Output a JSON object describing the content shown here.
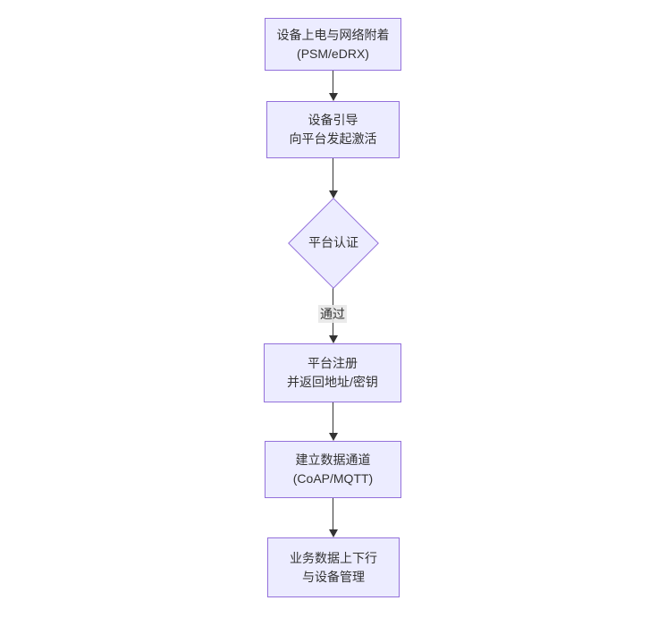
{
  "diagram": {
    "type": "flowchart",
    "direction": "top-down",
    "colors": {
      "node_fill": "#ECECFF",
      "node_border": "#9370DB",
      "text": "#333333",
      "arrow": "#333333",
      "edge_label_bg": "#e8e8e8",
      "background": "#ffffff"
    },
    "nodes": [
      {
        "id": "power-attach",
        "shape": "rect",
        "line1": "设备上电与网络附着",
        "line2": "(PSM/eDRX)"
      },
      {
        "id": "bootstrap-activate",
        "shape": "rect",
        "line1": "设备引导",
        "line2": "向平台发起激活"
      },
      {
        "id": "platform-auth",
        "shape": "diamond",
        "line1": "平台认证",
        "line2": ""
      },
      {
        "id": "platform-register",
        "shape": "rect",
        "line1": "平台注册",
        "line2": "并返回地址/密钥"
      },
      {
        "id": "data-channel",
        "shape": "rect",
        "line1": "建立数据通道",
        "line2": "(CoAP/MQTT)"
      },
      {
        "id": "business-data",
        "shape": "rect",
        "line1": "业务数据上下行",
        "line2": "与设备管理"
      }
    ],
    "edges": [
      {
        "from": "power-attach",
        "to": "bootstrap-activate",
        "label": ""
      },
      {
        "from": "bootstrap-activate",
        "to": "platform-auth",
        "label": ""
      },
      {
        "from": "platform-auth",
        "to": "platform-register",
        "label": "通过"
      },
      {
        "from": "platform-register",
        "to": "data-channel",
        "label": ""
      },
      {
        "from": "data-channel",
        "to": "business-data",
        "label": ""
      }
    ]
  }
}
